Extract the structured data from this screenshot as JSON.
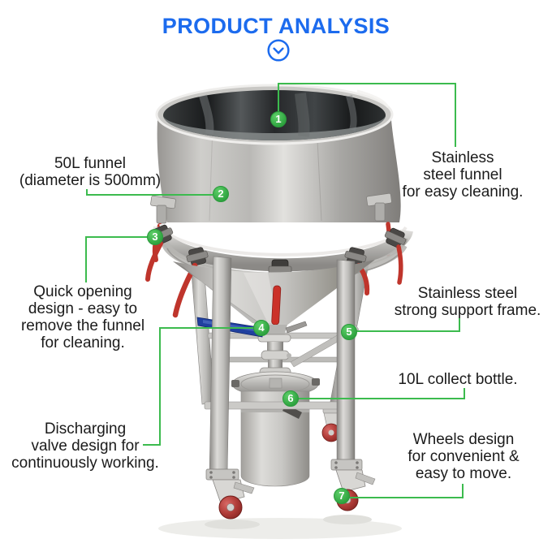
{
  "header": {
    "title": "PRODUCT ANALYSIS",
    "title_color": "#1c6bee",
    "chevron_icon": "chevron-down-circle-icon"
  },
  "colors": {
    "accent_green": "#3cbb4e",
    "badge_green": "#2da23e",
    "label_text": "#1b1b1b",
    "title_blue": "#1c6bee"
  },
  "callouts": [
    {
      "num": "1",
      "side": "right",
      "label": "Stainless\nsteel funnel\nfor easy cleaning."
    },
    {
      "num": "2",
      "side": "left",
      "label": "50L funnel\n(diameter is 500mm)"
    },
    {
      "num": "3",
      "side": "left",
      "label": "Quick opening\ndesign - easy to\nremove the funnel\nfor cleaning."
    },
    {
      "num": "4",
      "side": "left",
      "label": "Discharging\nvalve design for\ncontinuously working."
    },
    {
      "num": "5",
      "side": "right",
      "label": "Stainless steel\nstrong support frame."
    },
    {
      "num": "6",
      "side": "right",
      "label": "10L collect bottle."
    },
    {
      "num": "7",
      "side": "right",
      "label": "Wheels design\nfor convenient &\neasy to move."
    }
  ]
}
